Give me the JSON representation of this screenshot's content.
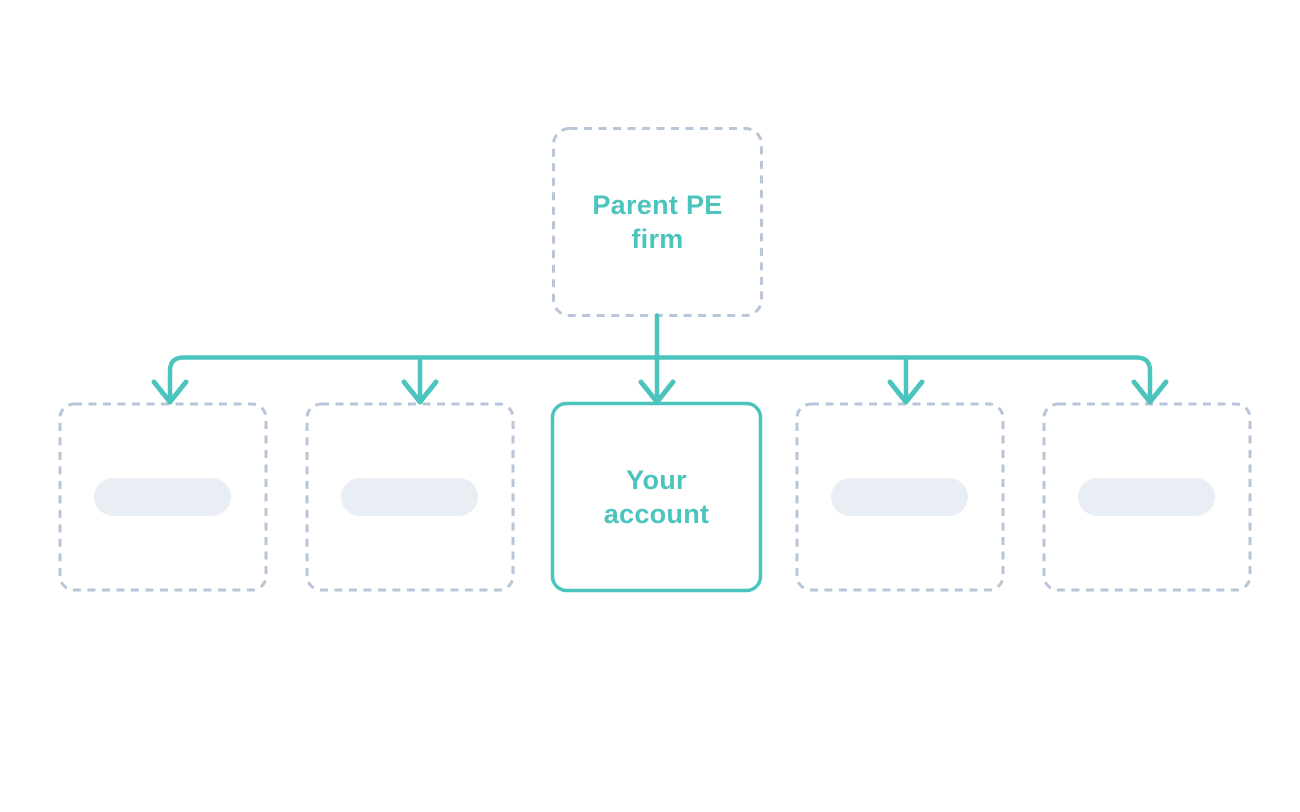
{
  "diagram": {
    "parent": {
      "label": "Parent PE firm"
    },
    "children": [
      {
        "type": "placeholder",
        "label": ""
      },
      {
        "type": "placeholder",
        "label": ""
      },
      {
        "type": "highlight",
        "label": "Your account"
      },
      {
        "type": "placeholder",
        "label": ""
      },
      {
        "type": "placeholder",
        "label": ""
      }
    ]
  },
  "colors": {
    "accent": "#4bc4bd",
    "dashed_border": "#b9c5d9",
    "placeholder_pill": "#e9eef5",
    "background": "#ffffff"
  }
}
